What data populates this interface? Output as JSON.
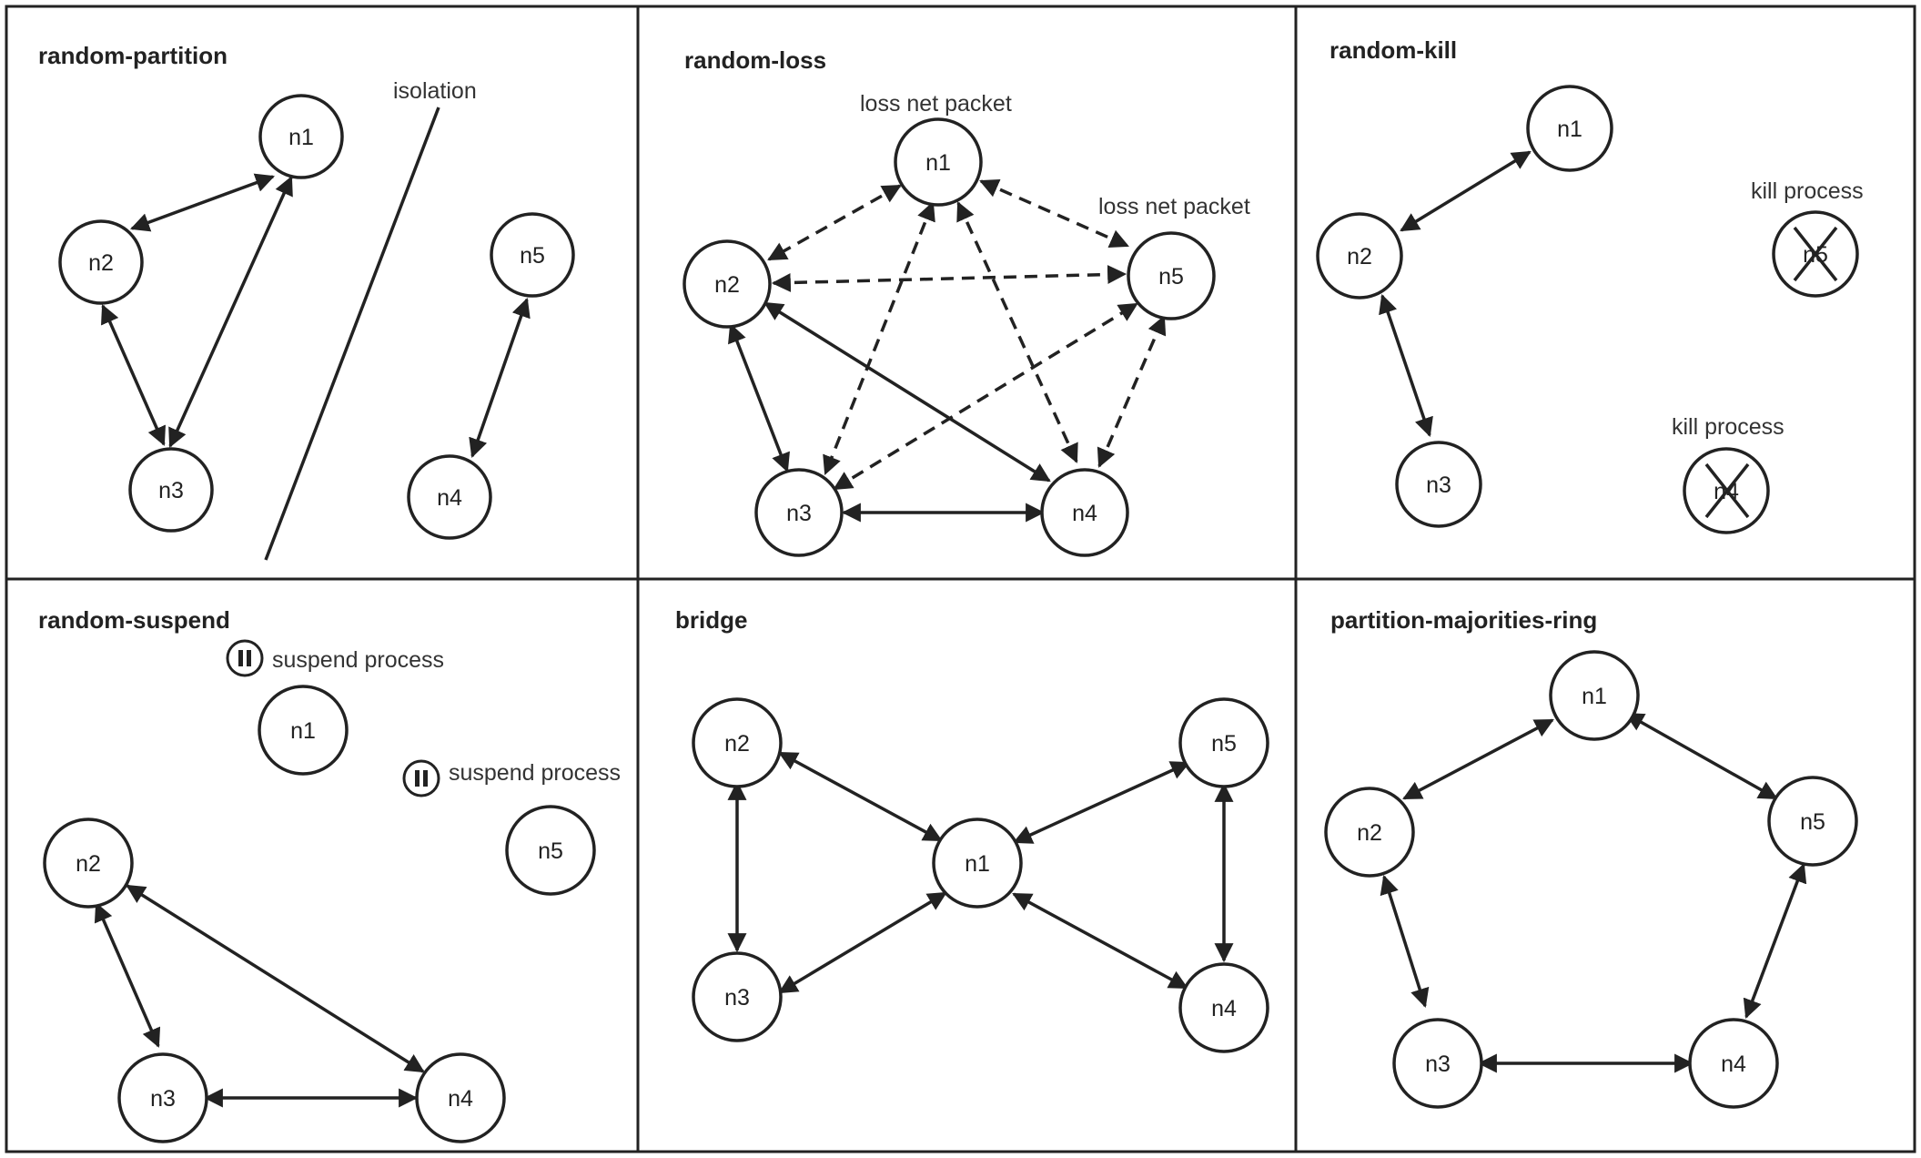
{
  "panels": [
    {
      "title": "random-partition",
      "nodes": [
        {
          "id": "n1",
          "label": "n1"
        },
        {
          "id": "n2",
          "label": "n2"
        },
        {
          "id": "n3",
          "label": "n3"
        },
        {
          "id": "n4",
          "label": "n4"
        },
        {
          "id": "n5",
          "label": "n5"
        }
      ],
      "edges": [
        {
          "from": "n1",
          "to": "n2",
          "style": "solid"
        },
        {
          "from": "n1",
          "to": "n3",
          "style": "solid"
        },
        {
          "from": "n2",
          "to": "n3",
          "style": "solid"
        },
        {
          "from": "n4",
          "to": "n5",
          "style": "solid"
        }
      ],
      "annotations": [
        {
          "text": "isolation",
          "type": "isolation-line"
        }
      ]
    },
    {
      "title": "random-loss",
      "nodes": [
        {
          "id": "n1",
          "label": "n1"
        },
        {
          "id": "n2",
          "label": "n2"
        },
        {
          "id": "n3",
          "label": "n3"
        },
        {
          "id": "n4",
          "label": "n4"
        },
        {
          "id": "n5",
          "label": "n5"
        }
      ],
      "edges": [
        {
          "from": "n2",
          "to": "n3",
          "style": "solid"
        },
        {
          "from": "n2",
          "to": "n4",
          "style": "solid"
        },
        {
          "from": "n3",
          "to": "n4",
          "style": "solid"
        },
        {
          "from": "n1",
          "to": "n2",
          "style": "dashed"
        },
        {
          "from": "n1",
          "to": "n3",
          "style": "dashed"
        },
        {
          "from": "n1",
          "to": "n4",
          "style": "dashed"
        },
        {
          "from": "n1",
          "to": "n5",
          "style": "dashed"
        },
        {
          "from": "n2",
          "to": "n5",
          "style": "dashed"
        },
        {
          "from": "n3",
          "to": "n5",
          "style": "dashed"
        },
        {
          "from": "n4",
          "to": "n5",
          "style": "dashed"
        }
      ],
      "annotations": [
        {
          "text": "loss net packet",
          "target": "n1"
        },
        {
          "text": "loss net packet",
          "target": "n5"
        }
      ]
    },
    {
      "title": "random-kill",
      "nodes": [
        {
          "id": "n1",
          "label": "n1"
        },
        {
          "id": "n2",
          "label": "n2"
        },
        {
          "id": "n3",
          "label": "n3"
        },
        {
          "id": "n4",
          "label": "n4",
          "state": "killed"
        },
        {
          "id": "n5",
          "label": "n5",
          "state": "killed"
        }
      ],
      "edges": [
        {
          "from": "n1",
          "to": "n2",
          "style": "solid"
        },
        {
          "from": "n2",
          "to": "n3",
          "style": "solid"
        }
      ],
      "annotations": [
        {
          "text": "kill process",
          "target": "n5"
        },
        {
          "text": "kill process",
          "target": "n4"
        }
      ]
    },
    {
      "title": "random-suspend",
      "nodes": [
        {
          "id": "n1",
          "label": "n1",
          "state": "suspended"
        },
        {
          "id": "n2",
          "label": "n2"
        },
        {
          "id": "n3",
          "label": "n3"
        },
        {
          "id": "n4",
          "label": "n4"
        },
        {
          "id": "n5",
          "label": "n5",
          "state": "suspended"
        }
      ],
      "edges": [
        {
          "from": "n2",
          "to": "n3",
          "style": "solid"
        },
        {
          "from": "n2",
          "to": "n4",
          "style": "solid"
        },
        {
          "from": "n3",
          "to": "n4",
          "style": "solid"
        }
      ],
      "annotations": [
        {
          "text": "suspend process",
          "target": "n1",
          "icon": "pause-icon"
        },
        {
          "text": "suspend process",
          "target": "n5",
          "icon": "pause-icon"
        }
      ]
    },
    {
      "title": "bridge",
      "nodes": [
        {
          "id": "n1",
          "label": "n1"
        },
        {
          "id": "n2",
          "label": "n2"
        },
        {
          "id": "n3",
          "label": "n3"
        },
        {
          "id": "n4",
          "label": "n4"
        },
        {
          "id": "n5",
          "label": "n5"
        }
      ],
      "edges": [
        {
          "from": "n2",
          "to": "n1",
          "style": "solid"
        },
        {
          "from": "n3",
          "to": "n1",
          "style": "solid"
        },
        {
          "from": "n5",
          "to": "n1",
          "style": "solid"
        },
        {
          "from": "n4",
          "to": "n1",
          "style": "solid"
        },
        {
          "from": "n2",
          "to": "n3",
          "style": "solid"
        },
        {
          "from": "n5",
          "to": "n4",
          "style": "solid"
        }
      ],
      "annotations": []
    },
    {
      "title": "partition-majorities-ring",
      "nodes": [
        {
          "id": "n1",
          "label": "n1"
        },
        {
          "id": "n2",
          "label": "n2"
        },
        {
          "id": "n3",
          "label": "n3"
        },
        {
          "id": "n4",
          "label": "n4"
        },
        {
          "id": "n5",
          "label": "n5"
        }
      ],
      "edges": [
        {
          "from": "n1",
          "to": "n2",
          "style": "solid"
        },
        {
          "from": "n1",
          "to": "n5",
          "style": "solid"
        },
        {
          "from": "n2",
          "to": "n3",
          "style": "solid"
        },
        {
          "from": "n3",
          "to": "n4",
          "style": "solid"
        },
        {
          "from": "n4",
          "to": "n5",
          "style": "solid"
        }
      ],
      "annotations": []
    }
  ]
}
